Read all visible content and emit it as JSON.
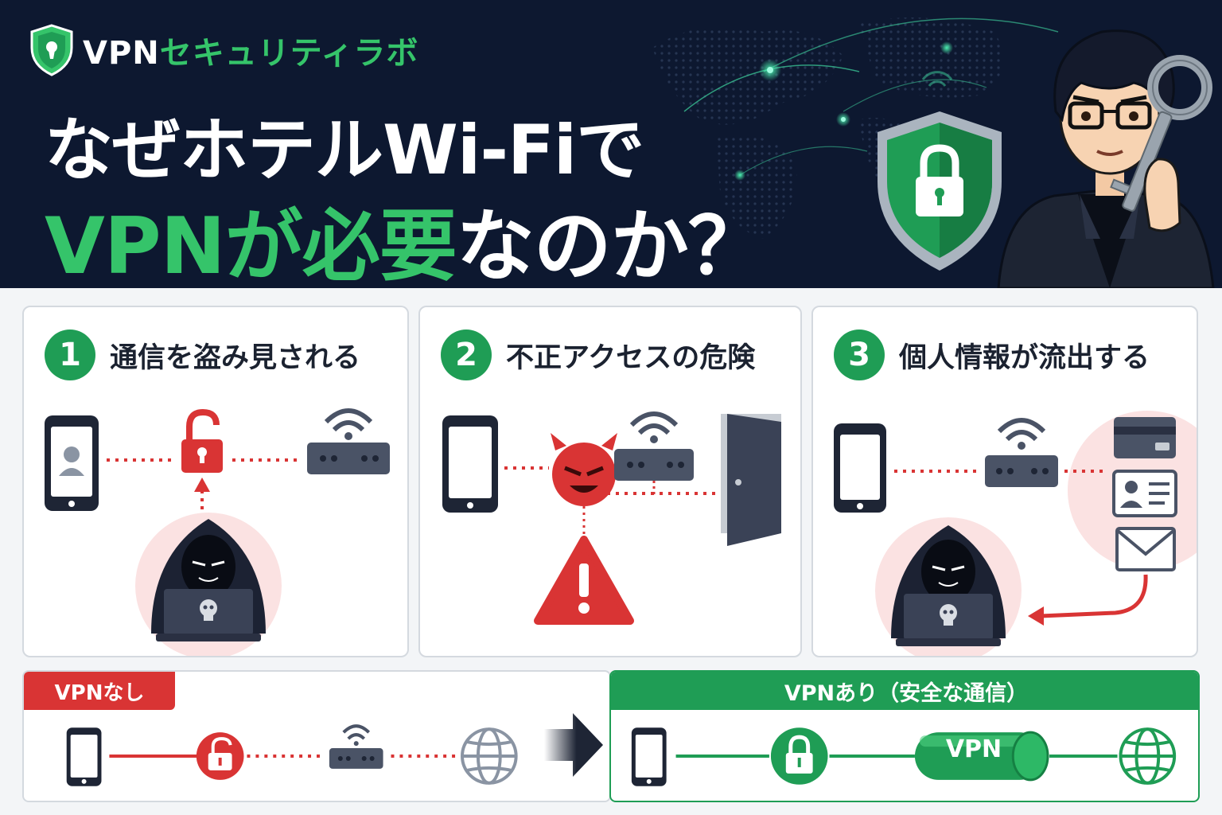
{
  "brand": {
    "name_latin": "VPN",
    "name_jp": "セキュリティラボ"
  },
  "title": {
    "line1": "なぜホテルWi-Fiで",
    "line2_green": "VPNが必要",
    "line2_white": "なのか？"
  },
  "cards": [
    {
      "number": "1",
      "title": "通信を盗み見される"
    },
    {
      "number": "2",
      "title": "不正アクセスの危険"
    },
    {
      "number": "3",
      "title": "個人情報が流出する"
    }
  ],
  "compare": {
    "without_label": "VPNなし",
    "with_label": "VPNあり（安全な通信）",
    "tunnel_label": "VPN"
  },
  "colors": {
    "navy": "#0d1830",
    "green": "#1f9d55",
    "bright_green": "#35c46a",
    "red": "#d93434",
    "device": "#1e2535"
  }
}
